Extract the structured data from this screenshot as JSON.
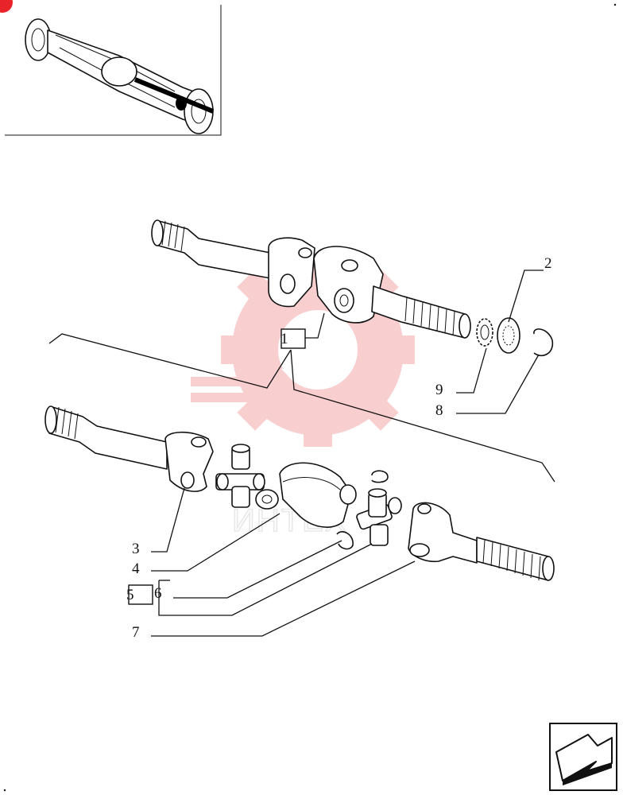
{
  "diagram": {
    "callouts": [
      {
        "id": "1",
        "text": "1",
        "boxed": true
      },
      {
        "id": "2",
        "text": "2",
        "boxed": false
      },
      {
        "id": "3",
        "text": "3",
        "boxed": false
      },
      {
        "id": "4",
        "text": "4",
        "boxed": false
      },
      {
        "id": "5",
        "text": "5",
        "boxed": true
      },
      {
        "id": "6",
        "text": "6",
        "boxed": false
      },
      {
        "id": "7",
        "text": "7",
        "boxed": false
      },
      {
        "id": "8",
        "text": "8",
        "boxed": false
      },
      {
        "id": "9",
        "text": "9",
        "boxed": false
      }
    ],
    "watermark": {
      "text": "ИНТЕХ",
      "color": "#e8232a"
    },
    "thumbnail": {
      "alt": "front axle housing locator"
    },
    "nav": {
      "icon": "next-page-arrow-icon"
    }
  }
}
